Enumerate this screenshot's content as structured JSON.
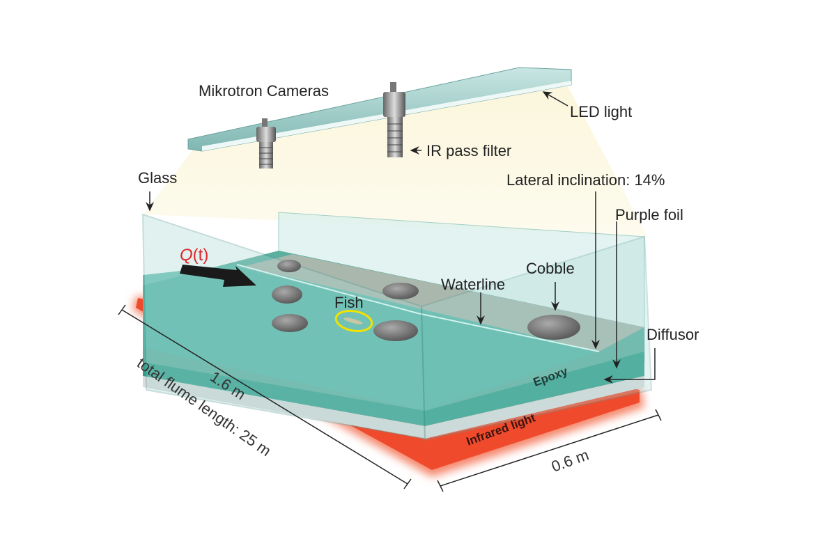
{
  "labels": {
    "cameras": "Mikrotron Cameras",
    "led": "LED light",
    "ir_filter": "IR pass filter",
    "glass": "Glass",
    "inclination": "Lateral inclination: 14%",
    "purple_foil": "Purple foil",
    "flow_q": "Q",
    "flow_t": "(t)",
    "waterline": "Waterline",
    "cobble": "Cobble",
    "fish": "Fish",
    "diffusor": "Diffusor",
    "epoxy": "Epoxy",
    "infrared": "Infrared light",
    "length_section": "1.6 m",
    "length_total": "total flume length: 25 m",
    "width": "0.6 m"
  },
  "colors": {
    "flow_label": "#e0262b",
    "fish_marker": "#f2e200",
    "infrared": "#f04a2c",
    "water": "#3fa89a",
    "glass": "#a8d8d4"
  }
}
